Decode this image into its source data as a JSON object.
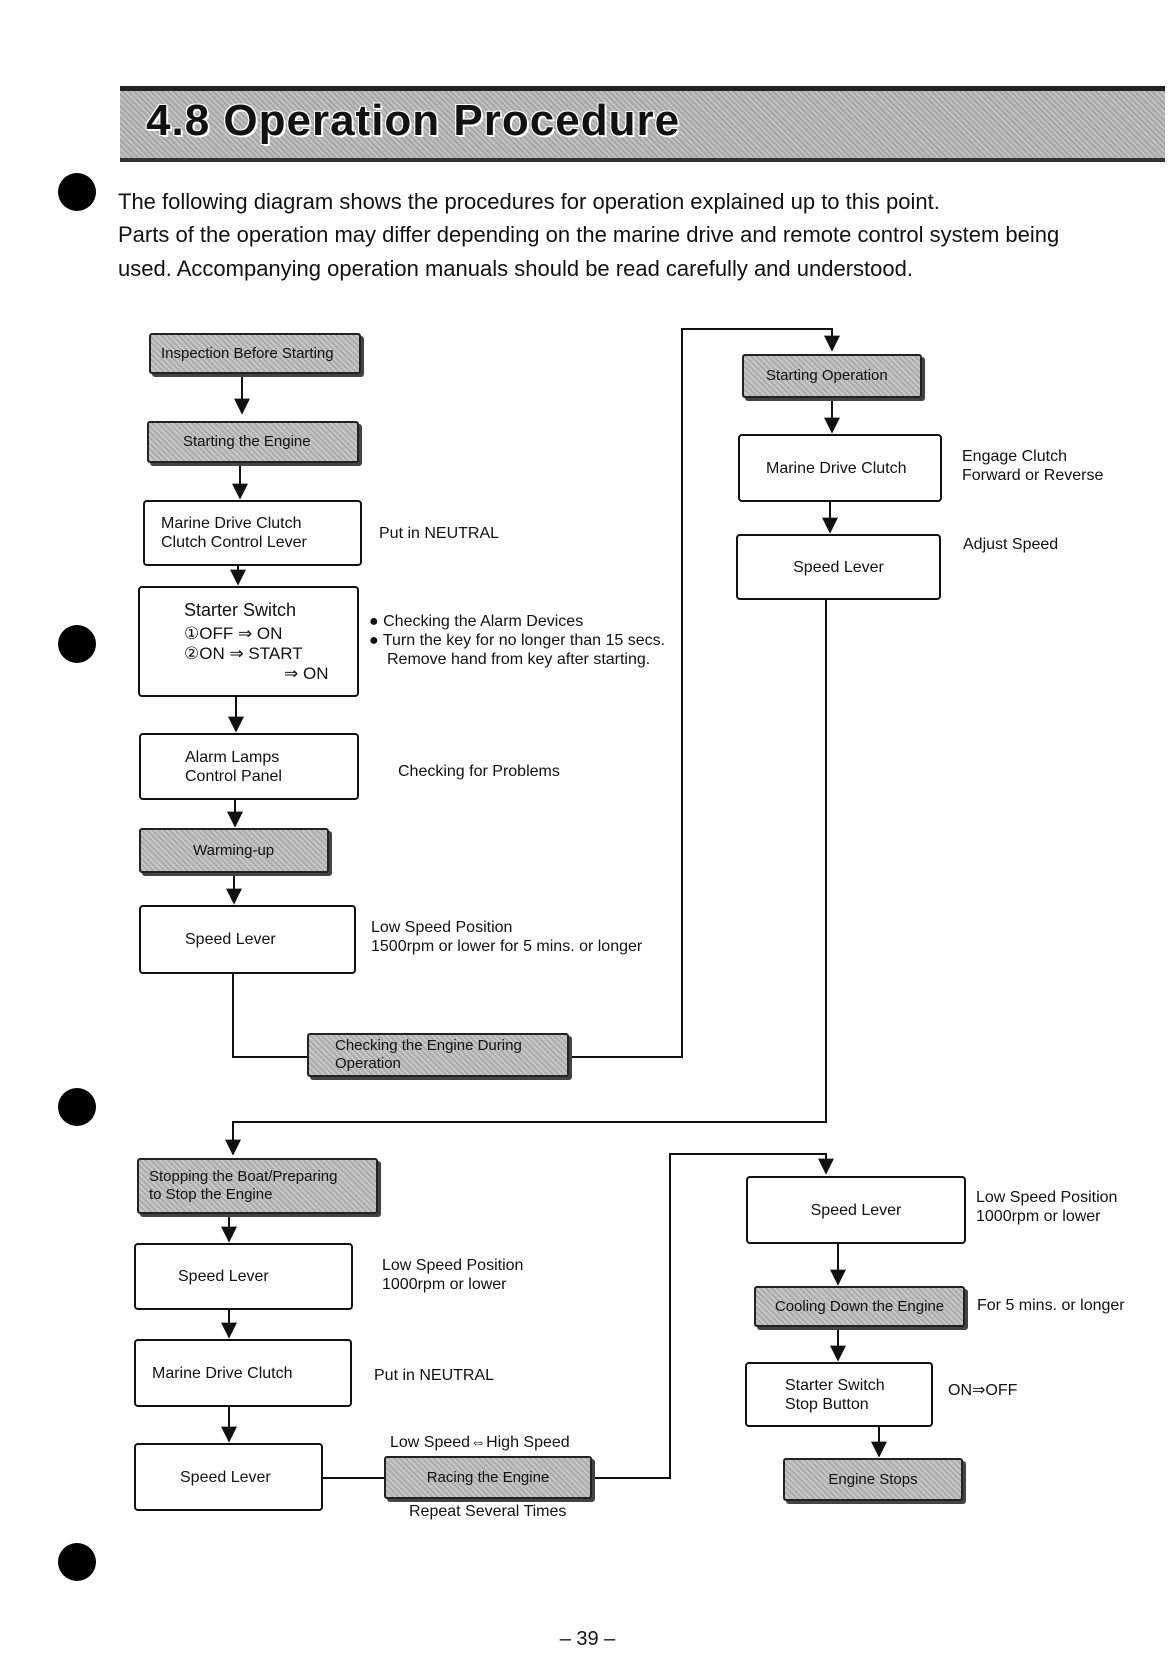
{
  "header": {
    "title": "4.8 Operation Procedure"
  },
  "intro": {
    "line1": "The following diagram shows the procedures for operation explained up to this point.",
    "line2": "Parts of the operation may differ depending on the marine drive and remote control system being",
    "line3": "used.  Accompanying operation manuals should be read carefully and understood."
  },
  "flow": {
    "inspection": "Inspection Before Starting",
    "starting_engine": "Starting the Engine",
    "clutch_lever": {
      "line1": "Marine Drive Clutch",
      "line2": "Clutch Control Lever",
      "note": "Put in NEUTRAL"
    },
    "starter_switch": {
      "title": "Starter Switch",
      "step1": "①OFF ⇒ ON",
      "step2": "②ON ⇒ START",
      "step3": "⇒ ON",
      "note1": "● Checking the Alarm Devices",
      "note2": "● Turn the key for no longer than 15 secs.",
      "note3": "Remove hand from key after starting."
    },
    "alarm_lamps": {
      "line1": "Alarm Lamps",
      "line2": "Control Panel",
      "note": "Checking for Problems"
    },
    "warming_up": "Warming-up",
    "warmup_speed": {
      "label": "Speed Lever",
      "note1": "Low Speed Position",
      "note2": "1500rpm or lower for 5 mins. or longer"
    },
    "checking_engine": {
      "line1": "Checking the Engine During",
      "line2": "Operation"
    },
    "starting_operation": "Starting Operation",
    "op_clutch": {
      "label": "Marine Drive Clutch",
      "note1": "Engage Clutch",
      "note2": "Forward or Reverse"
    },
    "op_speed": {
      "label": "Speed Lever",
      "note": "Adjust Speed"
    },
    "stopping": {
      "line1": "Stopping the Boat/Preparing",
      "line2": "to Stop the Engine"
    },
    "stop_speed": {
      "label": "Speed Lever",
      "note1": "Low Speed Position",
      "note2": "1000rpm or lower"
    },
    "stop_clutch": {
      "label": "Marine Drive Clutch",
      "note": "Put in NEUTRAL"
    },
    "race_speed": {
      "label": "Speed Lever"
    },
    "racing": {
      "label": "Racing the Engine",
      "above": "Low Speed⇔High Speed",
      "below": "Repeat Several Times"
    },
    "final_speed": {
      "label": "Speed Lever",
      "note1": "Low Speed Position",
      "note2": "1000rpm or lower"
    },
    "cooling": {
      "label": "Cooling Down the Engine",
      "note": "For 5 mins. or longer"
    },
    "stop_switch": {
      "line1": "Starter Switch",
      "line2": "Stop Button",
      "note": "ON⇒OFF"
    },
    "engine_stops": "Engine Stops"
  },
  "page_number": "– 39 –"
}
